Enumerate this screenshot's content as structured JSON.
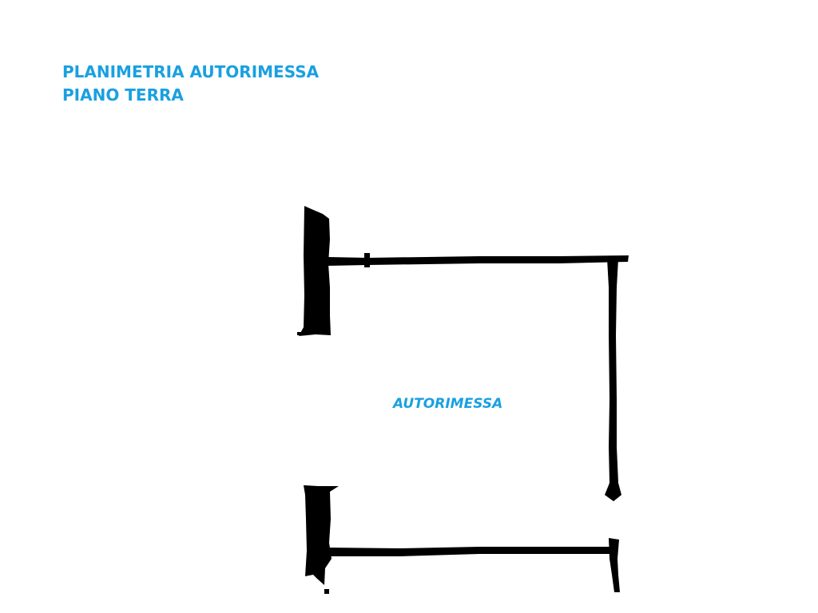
{
  "title": {
    "line1": "PLANIMETRIA AUTORIMESSA",
    "line2": "PIANO TERRA"
  },
  "room": {
    "label": "AUTORIMESSA"
  },
  "colors": {
    "label_blue": "#1aa0e0",
    "wall": "#000000",
    "background": "#ffffff"
  }
}
